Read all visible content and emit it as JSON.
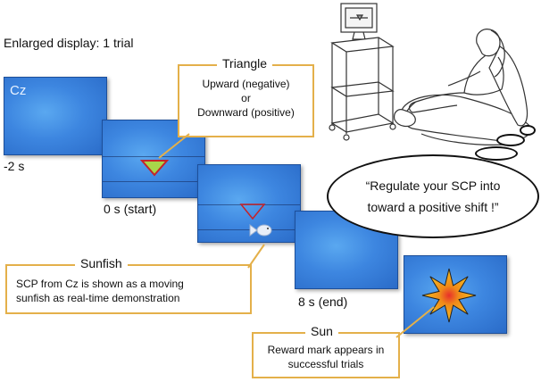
{
  "header": {
    "title": "Enlarged display: 1 trial"
  },
  "panels": [
    {
      "label": "Cz",
      "time": "-2 s"
    },
    {
      "time": "0 s (start)"
    },
    {
      "time": ""
    },
    {
      "time": "8 s (end)"
    },
    {
      "time": ""
    }
  ],
  "callouts": {
    "triangle": {
      "title": "Triangle",
      "lines": [
        "Upward (negative)",
        "or",
        "Downward (positive)"
      ]
    },
    "sunfish": {
      "title": "Sunfish",
      "lines": [
        "SCP from Cz is shown as a moving",
        "sunfish as real-time demonstration"
      ]
    },
    "sun": {
      "title": "Sun",
      "lines": [
        "Reward mark appears in",
        "successful trials"
      ]
    }
  },
  "speech": {
    "lines": [
      "“Regulate your SCP into",
      "toward a positive shift !”"
    ]
  },
  "colors": {
    "callout_border": "#e4b04a",
    "panel_blue": "#3d86e0",
    "triangle_fill": "#a8d64a",
    "triangle_border": "#c4242a",
    "sun_fill": "#f5c020",
    "sun_core": "#e8302a"
  }
}
